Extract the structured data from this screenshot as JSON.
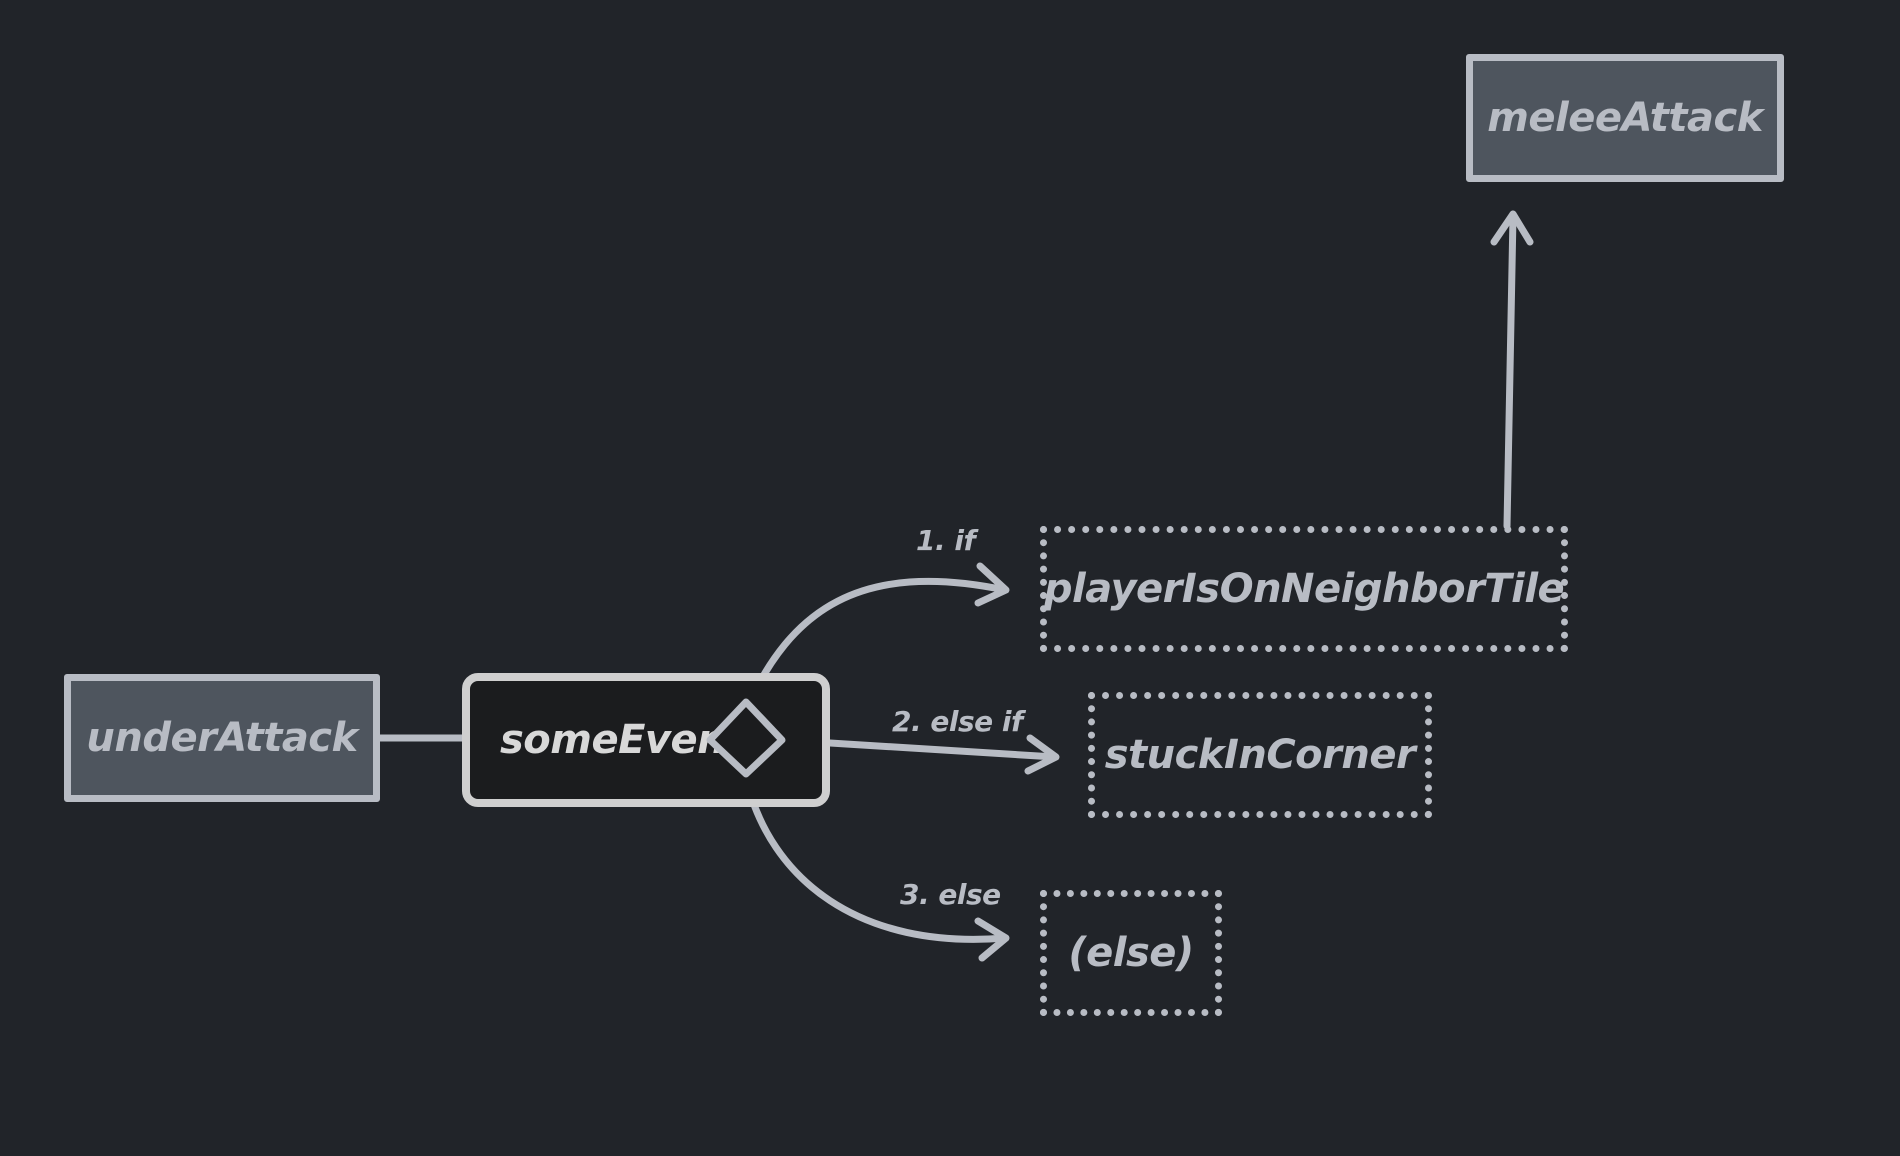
{
  "diagram": {
    "nodes": {
      "under_attack": {
        "label": "underAttack",
        "style": "solid"
      },
      "some_event": {
        "label": "someEvent",
        "style": "event"
      },
      "player_neighbor": {
        "label": "playerIsOnNeighborTile",
        "style": "dotted"
      },
      "stuck_corner": {
        "label": "stuckInCorner",
        "style": "dotted"
      },
      "else_node": {
        "label": "(else)",
        "style": "dotted"
      },
      "melee_attack": {
        "label": "meleeAttack",
        "style": "solid"
      }
    },
    "edges": [
      {
        "from": "underAttack",
        "to": "someEvent",
        "label": ""
      },
      {
        "from": "someEvent",
        "to": "playerIsOnNeighborTile",
        "label": "1. if"
      },
      {
        "from": "someEvent",
        "to": "stuckInCorner",
        "label": "2. else if"
      },
      {
        "from": "someEvent",
        "to": "(else)",
        "label": "3. else"
      },
      {
        "from": "playerIsOnNeighborTile",
        "to": "meleeAttack",
        "label": ""
      }
    ],
    "colors": {
      "background": "#212429",
      "stroke": "#b8bcc4",
      "solid_fill": "#4e555e",
      "event_fill": "#1b1c1e",
      "event_stroke": "#cfcfcf"
    }
  }
}
